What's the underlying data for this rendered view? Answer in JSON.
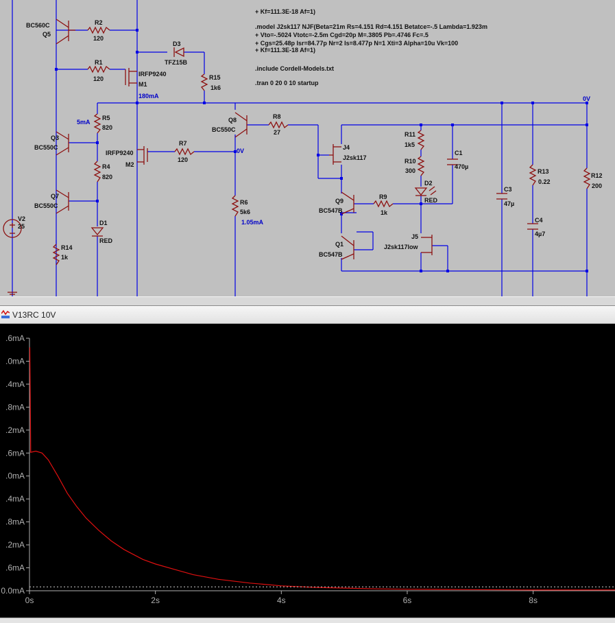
{
  "schematic": {
    "partial_top_label": "V13RC 10V",
    "directives": [
      "+ Kf=111.3E-18 Af=1)",
      ".model J2sk117 NJF(Beta=21m Rs=4.151 Rd=4.151 Betatce=-.5 Lambda=1.923m",
      "+ Vto=-.5024 Vtotc=-2.5m Cgd=20p M=.3805 Pb=.4746 Fc=.5",
      "+ Cgs=25.48p Isr=84.77p Nr=2 Is=8.477p N=1 Xti=3 Alpha=10u Vk=100",
      "+ Kf=111.3E-18 Af=1)",
      ".include Cordell-Models.txt",
      ".tran 0 20 0 10 startup"
    ],
    "components": {
      "q5": {
        "type": "BC560C",
        "ref": "Q5"
      },
      "r2": {
        "ref": "R2",
        "value": "120"
      },
      "r1": {
        "ref": "R1",
        "value": "120"
      },
      "m1": {
        "type": "IRFP9240",
        "ref": "M1",
        "current": "180mA"
      },
      "d3": {
        "ref": "D3",
        "type": "TFZ15B"
      },
      "r15": {
        "ref": "R15",
        "value": "1k6"
      },
      "r5": {
        "ref": "R5",
        "value": "820",
        "current": "5mA"
      },
      "q3": {
        "ref": "Q3",
        "type": "BC550C"
      },
      "r4": {
        "ref": "R4",
        "value": "820"
      },
      "q7": {
        "ref": "Q7",
        "type": "BC550C"
      },
      "d1": {
        "ref": "D1",
        "type": "RED"
      },
      "v2": {
        "ref": "V2",
        "value": "25"
      },
      "r14": {
        "ref": "R14",
        "value": "1k"
      },
      "m2": {
        "type": "IRFP9240",
        "ref": "M2"
      },
      "r7": {
        "ref": "R7",
        "value": "120"
      },
      "q8": {
        "ref": "Q8",
        "type": "BC550C"
      },
      "r8": {
        "ref": "R8",
        "value": "27"
      },
      "node_0v_a": "0V",
      "node_0v_b": "0V",
      "r6": {
        "ref": "R6",
        "value": "5k6",
        "current": "1.05mA"
      },
      "j4": {
        "ref": "J4",
        "type": "J2sk117"
      },
      "r11": {
        "ref": "R11",
        "value": "1k5"
      },
      "r10": {
        "ref": "R10",
        "value": "300"
      },
      "c1": {
        "ref": "C1",
        "value": "470µ"
      },
      "d2": {
        "ref": "D2",
        "type": "RED"
      },
      "q9": {
        "ref": "Q9",
        "type": "BC547B"
      },
      "r9": {
        "ref": "R9",
        "value": "1k"
      },
      "q1": {
        "ref": "Q1",
        "type": "BC547B"
      },
      "j5": {
        "ref": "J5",
        "type": "J2sk117low"
      },
      "c3": {
        "ref": "C3",
        "value": "47µ"
      },
      "r13": {
        "ref": "R13",
        "value": "0.22"
      },
      "c4": {
        "ref": "C4",
        "value": "4µ7"
      },
      "r12": {
        "ref": "R12",
        "value": "200"
      }
    }
  },
  "waveform_window": {
    "title": "V13RC 10V"
  },
  "colors": {
    "schematic_bg": "#c0c0c0",
    "wire": "#0000e6",
    "component": "#8c1010",
    "plot_bg": "#000000",
    "trace": "#e01010",
    "axis": "#b0b0b0"
  },
  "chart_data": {
    "type": "line",
    "title": "",
    "xlabel": "",
    "ylabel": "",
    "xlim": [
      0,
      9.3
    ],
    "ylim": [
      0,
      6.6
    ],
    "x_ticks": [
      0,
      2,
      4,
      6,
      8
    ],
    "x_tick_labels": [
      "0s",
      "2s",
      "4s",
      "6s",
      "8s"
    ],
    "y_ticks": [
      0,
      0.6,
      1.2,
      1.8,
      2.4,
      3.0,
      3.6,
      4.2,
      4.8,
      5.4,
      6.0,
      6.6
    ],
    "y_tick_labels": [
      "0.0mA",
      ".6mA",
      ".2mA",
      ".8mA",
      ".4mA",
      ".0mA",
      ".6mA",
      ".2mA",
      ".8mA",
      ".4mA",
      ".0mA",
      ".6mA"
    ],
    "grid": false,
    "series": [
      {
        "x": [
          0,
          0.005,
          0.02,
          0.1,
          0.2,
          0.3,
          0.45,
          0.6,
          0.75,
          0.9,
          1.1,
          1.3,
          1.5,
          1.8,
          2.0,
          2.3,
          2.6,
          3.0,
          3.5,
          4.0,
          4.5,
          5.0,
          5.5,
          6.0,
          7.0,
          8.0,
          9.3
        ],
        "y": [
          6.35,
          6.35,
          3.62,
          3.65,
          3.6,
          3.42,
          3.0,
          2.55,
          2.2,
          1.9,
          1.58,
          1.3,
          1.08,
          0.82,
          0.7,
          0.56,
          0.42,
          0.3,
          0.2,
          0.13,
          0.09,
          0.07,
          0.05,
          0.04,
          0.03,
          0.02,
          0.02
        ]
      },
      {
        "x": [
          0,
          9.3
        ],
        "y": [
          0.1,
          0.1
        ]
      }
    ]
  }
}
